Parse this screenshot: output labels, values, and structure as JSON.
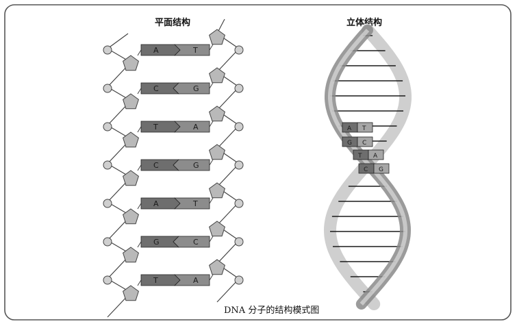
{
  "titles": {
    "planar": "平面结构",
    "stereo": "立体结构"
  },
  "caption": "DNA 分子的结构模式图",
  "planar_pairs": [
    {
      "left": "A",
      "right": "T"
    },
    {
      "left": "C",
      "right": "G"
    },
    {
      "left": "T",
      "right": "A"
    },
    {
      "left": "C",
      "right": "G"
    },
    {
      "left": "A",
      "right": "T"
    },
    {
      "left": "G",
      "right": "C"
    },
    {
      "left": "T",
      "right": "A"
    }
  ],
  "helix_pairs": [
    {
      "left": "A",
      "right": "T"
    },
    {
      "left": "G",
      "right": "C"
    },
    {
      "left": "T",
      "right": "A"
    },
    {
      "left": "C",
      "right": "G"
    }
  ],
  "colors": {
    "border": "#555555",
    "strand": "#444444",
    "sugar_fill": "#b9b9b9",
    "phosphate_fill": "#cfcfcf",
    "base_dark": "#6e6e6e",
    "base_mid": "#8c8c8c",
    "base_light": "#a6a6a6",
    "helix_ribbon": "#cfcfcf",
    "helix_ribbon_dark": "#8a8a8a",
    "rung": "#1a1a1a"
  }
}
